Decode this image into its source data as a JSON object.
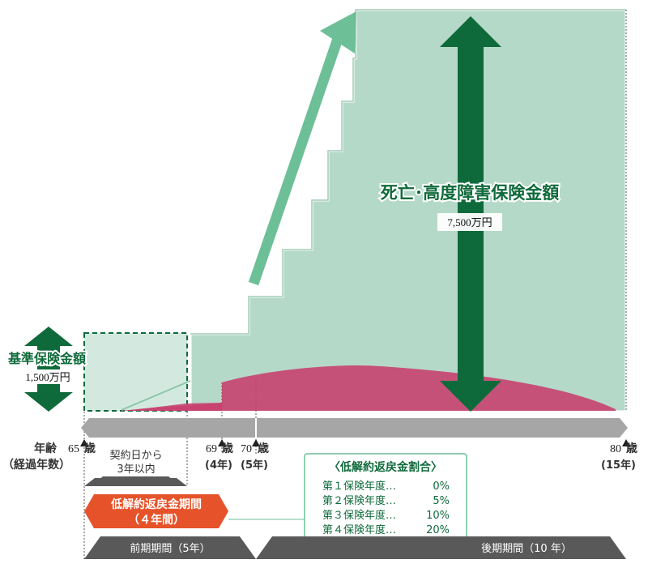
{
  "diagram": {
    "death_disability_label": "死亡･高度障害保険金額",
    "death_disability_amount": "7,500万円",
    "base_amount_label": "基準保険金額",
    "base_amount": "1,500万円",
    "age_label": "年齢",
    "elapsed_label": "（経過年数）",
    "age_65": "65",
    "age_69": "69",
    "age_70": "70",
    "age_80": "80",
    "age_unit": "歳",
    "elapsed_4": "(4年)",
    "elapsed_5": "(5年)",
    "elapsed_15": "(15年)",
    "contract_note_line1": "契約日から",
    "contract_note_line2": "3年以内",
    "low_refund_period_line1": "低解約返戻金期間",
    "low_refund_period_line2": "（４年間）",
    "early_period": "前期期間（5年）",
    "late_period": "後期期間（10 年）",
    "refund_ratio_title": "〈低解約返戻金割合〉",
    "refund_ratios": [
      {
        "label": "第１保険年度…",
        "value": "0%"
      },
      {
        "label": "第２保険年度…",
        "value": "5%"
      },
      {
        "label": "第３保険年度…",
        "value": "10%"
      },
      {
        "label": "第４保険年度…",
        "value": "20%"
      }
    ],
    "colors": {
      "green_fill": "#b5d9c8",
      "green_light": "#d3e9df",
      "green_dark": "#0f6a3b",
      "green_arrow": "#6dbf97",
      "pink": "#c8416f",
      "gray_bar": "#a6a6a6",
      "dark_gray": "#595959",
      "orange": "#e6532a"
    }
  }
}
